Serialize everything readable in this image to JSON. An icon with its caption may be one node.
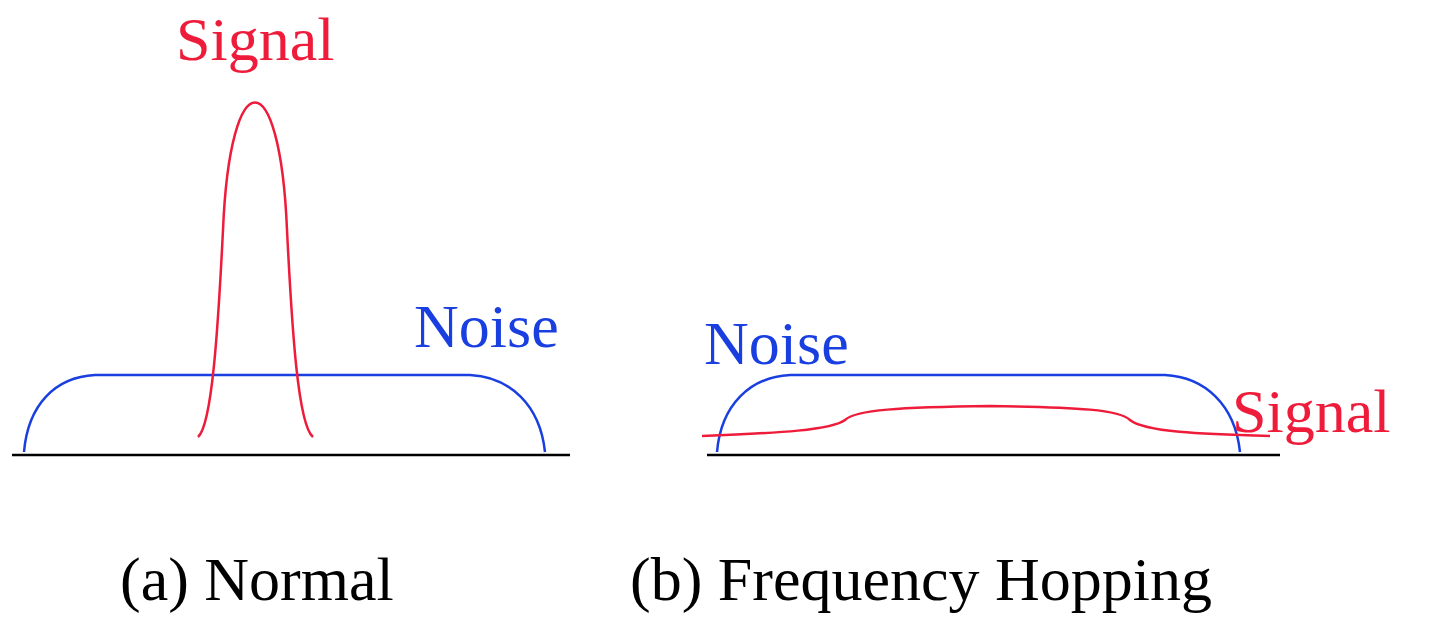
{
  "diagram": {
    "labels": [
      "Signal",
      "Noise",
      "(a) Normal",
      "Noise",
      "Signal",
      "(b) Frequency Hopping"
    ]
  }
}
